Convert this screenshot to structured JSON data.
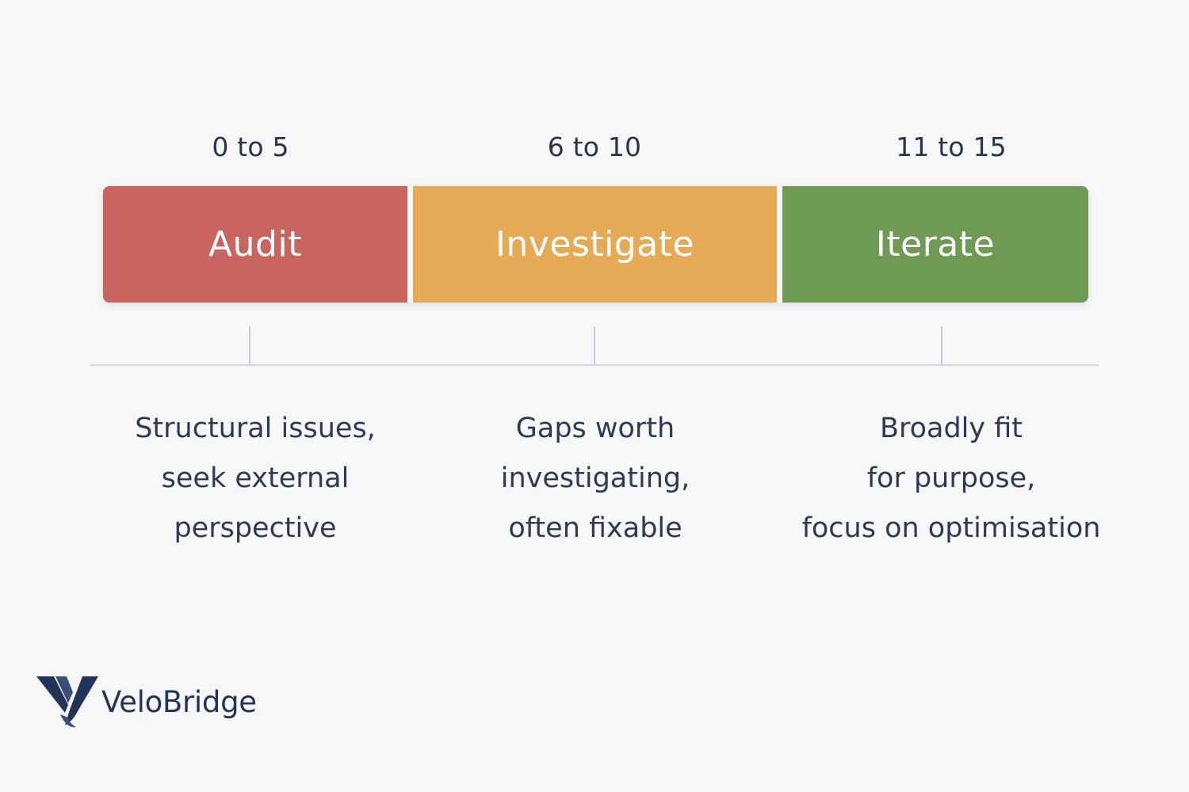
{
  "ranges": [
    {
      "label": "0 to 5",
      "title": "Audit",
      "color": "#c96461",
      "description": [
        "Structural issues,",
        "seek external",
        "perspective"
      ]
    },
    {
      "label": "6 to 10",
      "title": "Investigate",
      "color": "#e6aa57",
      "description": [
        "Gaps worth",
        "investigating,",
        "often fixable"
      ]
    },
    {
      "label": "11 to 15",
      "title": "Iterate",
      "color": "#6e9a54",
      "description": [
        "Broadly fit",
        "for purpose,",
        "focus on optimisation"
      ]
    }
  ],
  "brand": {
    "name": "VeloBridge",
    "icon": "velobridge-logo-icon",
    "color": "#22345a"
  }
}
